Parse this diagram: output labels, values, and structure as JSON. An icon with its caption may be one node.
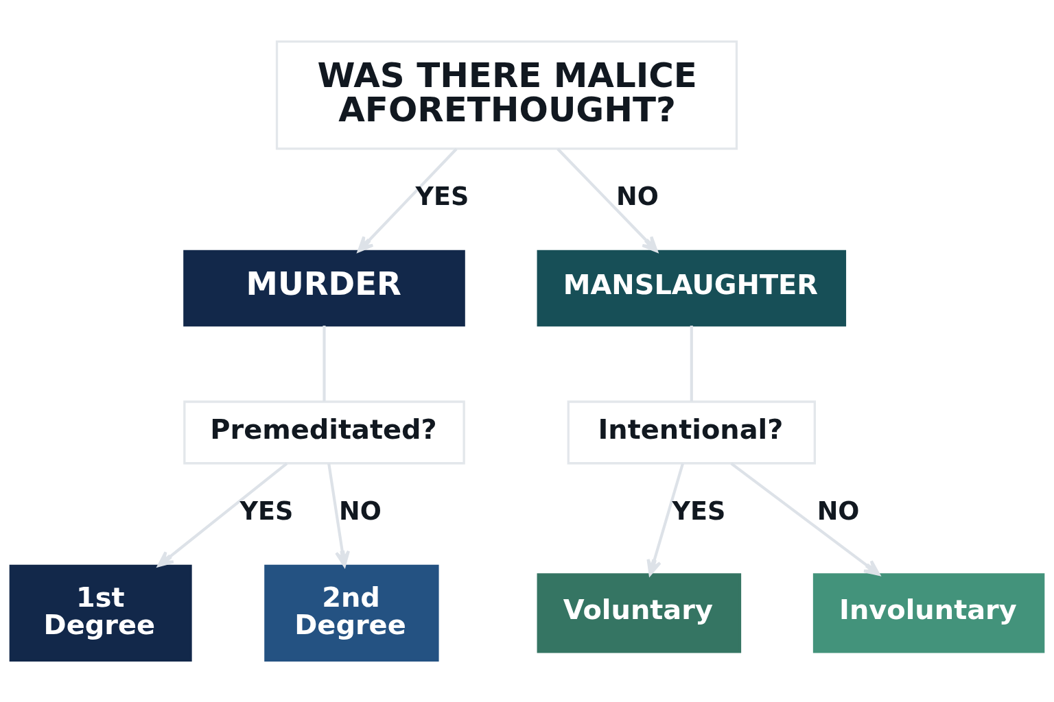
{
  "diagram": {
    "nodes": [
      {
        "text": [
          "WAS THERE MALICE AFORETHOUGHT?"
        ]
      },
      {
        "text": [
          "MURDER"
        ]
      },
      {
        "text": [
          "MANSLAUGHTER"
        ]
      },
      {
        "text": [
          "Premeditated?"
        ]
      },
      {
        "text": [
          "Intentional?"
        ]
      },
      {
        "text": [
          "1st Degree"
        ]
      },
      {
        "text": [
          "2nd Degree"
        ]
      },
      {
        "text": [
          "Voluntary"
        ]
      },
      {
        "text": [
          "Involuntary"
        ]
      }
    ],
    "edges": [
      {
        "from": 0,
        "to": 1,
        "arrow": "to",
        "label": "YES"
      },
      {
        "from": 0,
        "to": 2,
        "arrow": "to",
        "label": "NO"
      },
      {
        "from": 1,
        "to": 3,
        "arrow": "none"
      },
      {
        "from": 2,
        "to": 4,
        "arrow": "none"
      },
      {
        "from": 3,
        "to": 5,
        "arrow": "to",
        "label": "YES"
      },
      {
        "from": 3,
        "to": 6,
        "arrow": "to",
        "label": "NO"
      },
      {
        "from": 4,
        "to": 7,
        "arrow": "to",
        "label": "YES"
      },
      {
        "from": 4,
        "to": 8,
        "arrow": "to",
        "label": "NO"
      }
    ]
  }
}
